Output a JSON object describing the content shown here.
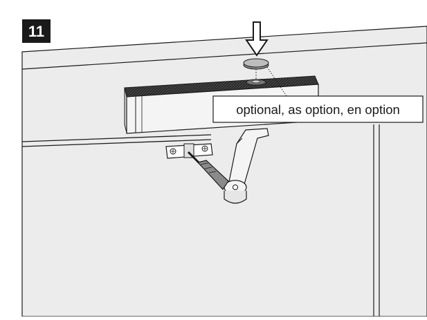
{
  "step": {
    "number": "11"
  },
  "callout": {
    "text": "optional, as option, en option"
  },
  "colors": {
    "panel": "#ececec",
    "line": "#1a1a1a",
    "badge_bg": "#1a1a1a",
    "badge_text": "#ffffff",
    "closer_body": "#f4f4f4",
    "closer_top": "#2a2a2a",
    "cap": "#bdbdbd"
  },
  "icons": {
    "arrow": "down-arrow-icon",
    "cover_cap": "cover-cap",
    "door_closer": "door-closer",
    "arm": "closer-arm",
    "bracket": "frame-bracket",
    "screwdriver": "screwdriver"
  }
}
